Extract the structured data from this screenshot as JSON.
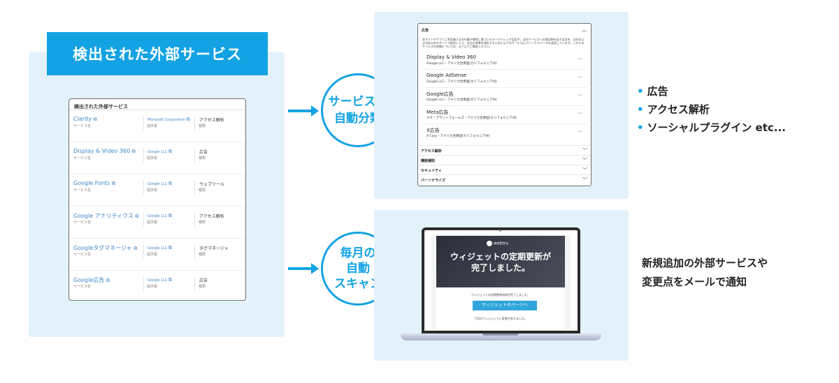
{
  "left": {
    "title": "検出された外部サービス",
    "card_title": "検出された外部サービス",
    "rows": [
      {
        "name": "Clarity",
        "name_sub": "サービス名",
        "company": "Microsoft Corporation",
        "company_sub": "提供者",
        "category": "アクセス解析",
        "category_sub": "種類"
      },
      {
        "name": "Display & Video 360",
        "name_sub": "サービス名",
        "company": "Google LLC",
        "company_sub": "提供者",
        "category": "広告",
        "category_sub": "種類"
      },
      {
        "name": "Google Fonts",
        "name_sub": "サービス名",
        "company": "Google LLC",
        "company_sub": "提供者",
        "category": "ウェブツール",
        "category_sub": "種類"
      },
      {
        "name": "Google アナリティクス",
        "name_sub": "サービス名",
        "company": "Google LLC",
        "company_sub": "提供者",
        "category": "アクセス解析",
        "category_sub": "種類"
      },
      {
        "name": "Googleタグマネージャ",
        "name_sub": "サービス名",
        "company": "Google LLC",
        "company_sub": "提供者",
        "category": "タグマネージャ",
        "category_sub": "種類"
      },
      {
        "name": "Google広告",
        "name_sub": "サービス名",
        "company": "Google LLC",
        "company_sub": "提供者",
        "category": "広告",
        "category_sub": "種類"
      }
    ]
  },
  "circle_top": {
    "line1": "サービスの",
    "line2": "自動分類"
  },
  "circle_bottom": {
    "line1": "毎月の",
    "line2": "自動",
    "line3": "スキャン"
  },
  "ad_panel": {
    "header": "広告",
    "description": "本サイトやアプリご利用者さまの行動や属性に基づいたターゲティング広告や、当社サービスへの再訪問を促す広告を、当社および当社以外のサイトで配信したり、広告の効果を測定するために以下のサービスにパーソナルデータを送信しています。これらのサービスの詳細については、以下よりご確認ください。",
    "items": [
      {
        "name": "Display & Video 360",
        "company": "Google LLC・アメリカ合衆国(カリフォルニア州)"
      },
      {
        "name": "Google AdSense",
        "company": "Google LLC・アメリカ合衆国(カリフォルニア州)"
      },
      {
        "name": "Google広告",
        "company": "Google LLC・アメリカ合衆国(カリフォルニア州)"
      },
      {
        "name": "Meta広告",
        "company": "メタ・プラットフォームズ・アメリカ合衆国(カリフォルニア州)"
      },
      {
        "name": "X広告",
        "company": "X Corp・アメリカ合衆国(カリフォルニア州)"
      }
    ],
    "sections": [
      "アクセス解析",
      "機能補助",
      "セキュリティ",
      "パーソナライズ"
    ]
  },
  "bullets": [
    "広告",
    "アクセス解析",
    "ソーシャルプラグイン etc..."
  ],
  "mail": {
    "logo": "webtru",
    "title_line1": "ウィジェットの定期更新が",
    "title_line2": "完了しました。",
    "text1": "ウィジェットの定期更新処理が完了しました。",
    "button": "ウィジェットのページへ",
    "text2": "下記のウィジェットに変更がありました。"
  },
  "notify": {
    "line1": "新規追加の外部サービスや",
    "line2": "変更点をメールで通知"
  },
  "colors": {
    "accent": "#13a3e4",
    "panel_bg": "#e3f1fb"
  }
}
